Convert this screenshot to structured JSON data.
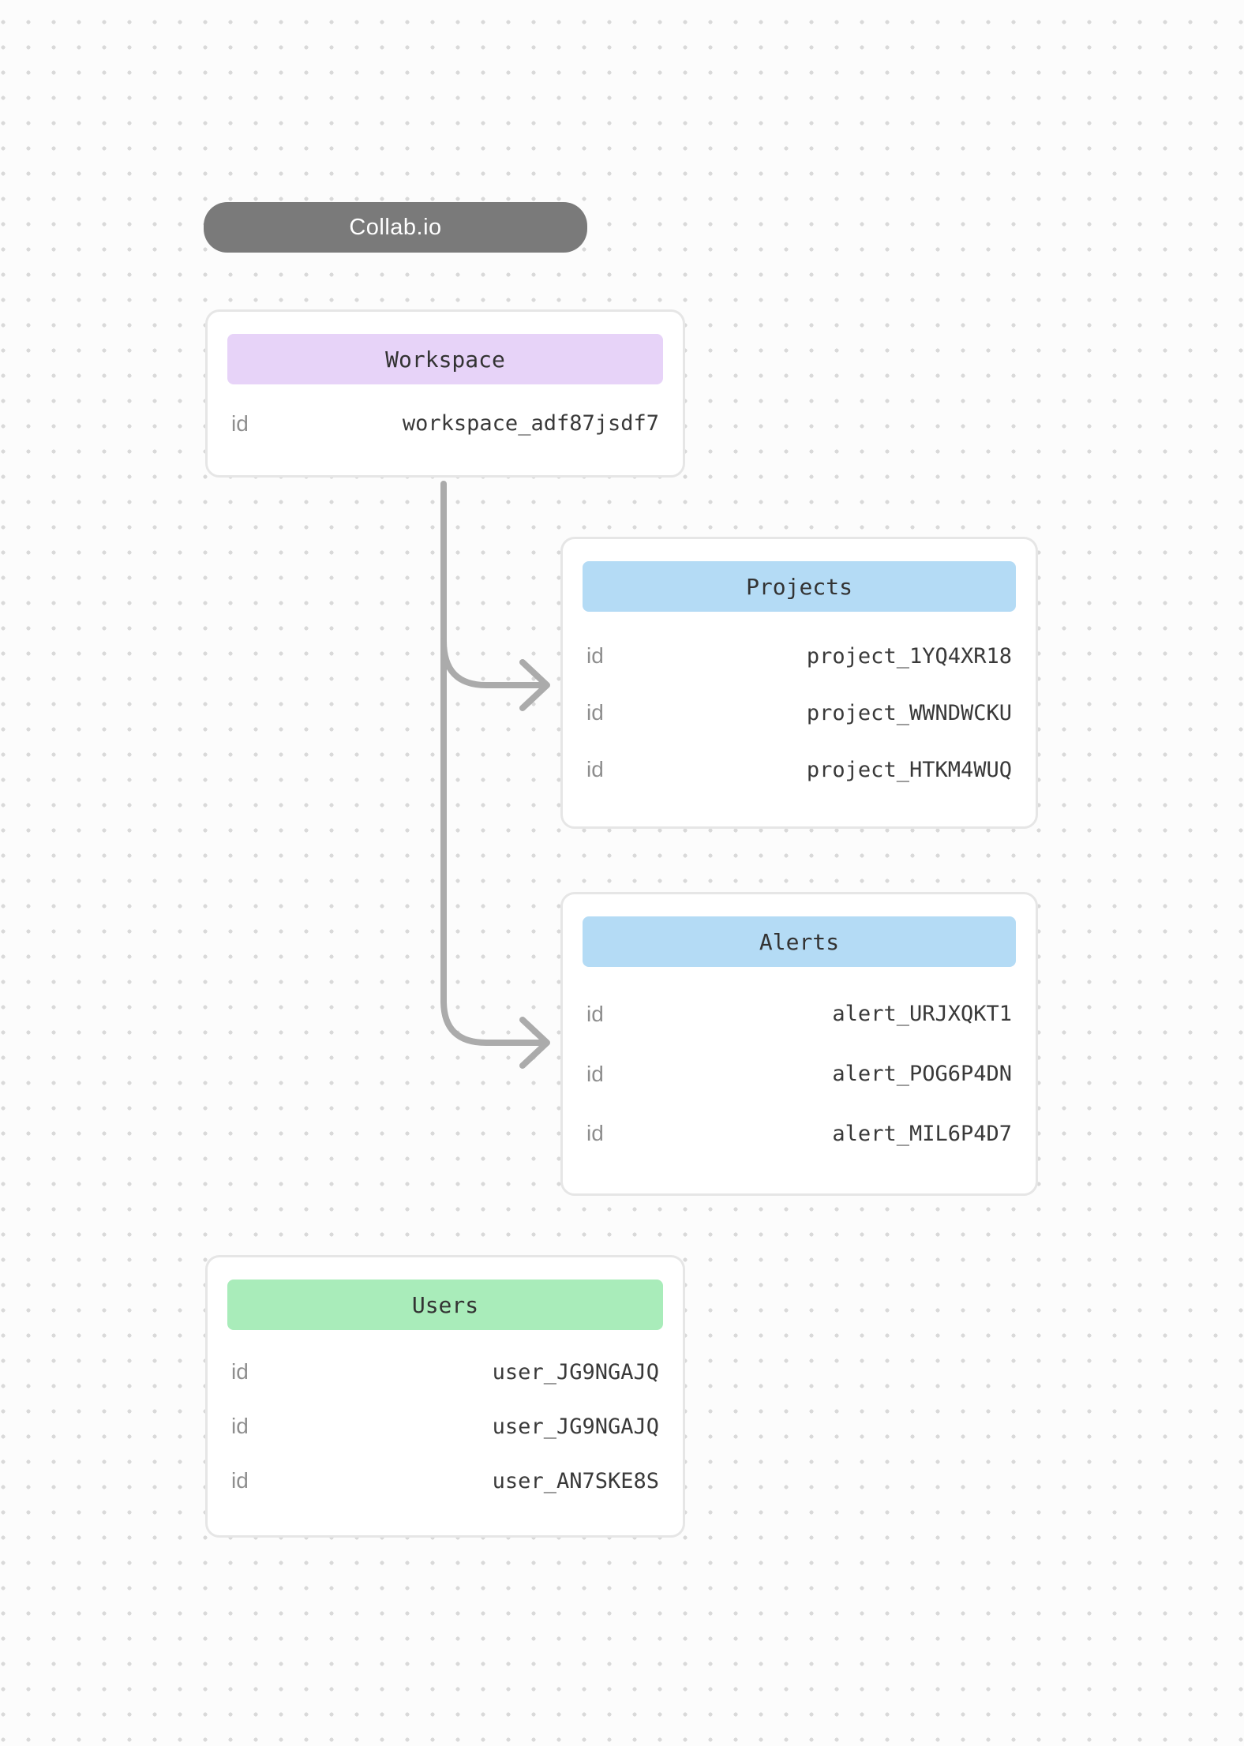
{
  "app": {
    "title": "Collab.io"
  },
  "colors": {
    "pill_bg": "#7a7a7a",
    "workspace_header_bg": "#e7d3f8",
    "projects_header_bg": "#b4dbf5",
    "alerts_header_bg": "#b4dbf5",
    "users_header_bg": "#a9ecba",
    "connector": "#ababab"
  },
  "entities": {
    "workspace": {
      "title": "Workspace",
      "rows": [
        {
          "label": "id",
          "value": "workspace_adf87jsdf7"
        }
      ]
    },
    "projects": {
      "title": "Projects",
      "rows": [
        {
          "label": "id",
          "value": "project_1YQ4XR18"
        },
        {
          "label": "id",
          "value": "project_WWNDWCKU"
        },
        {
          "label": "id",
          "value": "project_HTKM4WUQ"
        }
      ]
    },
    "alerts": {
      "title": "Alerts",
      "rows": [
        {
          "label": "id",
          "value": "alert_URJXQKT1"
        },
        {
          "label": "id",
          "value": "alert_POG6P4DN"
        },
        {
          "label": "id",
          "value": "alert_MIL6P4D7"
        }
      ]
    },
    "users": {
      "title": "Users",
      "rows": [
        {
          "label": "id",
          "value": "user_JG9NGAJQ"
        },
        {
          "label": "id",
          "value": "user_JG9NGAJQ"
        },
        {
          "label": "id",
          "value": "user_AN7SKE8S"
        }
      ]
    }
  }
}
